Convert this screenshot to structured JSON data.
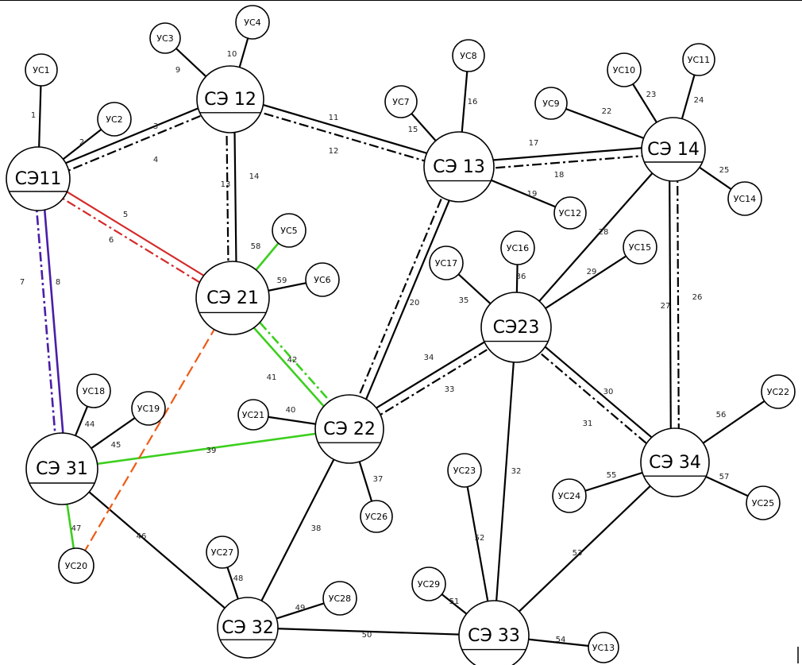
{
  "colors": {
    "black": "#000000",
    "red": "#d42a2a",
    "purple": "#4a1ea8",
    "green": "#3ccf1e",
    "orange": "#f05a14"
  },
  "nodes": [
    {
      "id": "se11",
      "label": "СЭ11",
      "kind": "big"
    },
    {
      "id": "se12",
      "label": "СЭ 12",
      "kind": "big"
    },
    {
      "id": "se13",
      "label": "СЭ 13",
      "kind": "big"
    },
    {
      "id": "se14",
      "label": "СЭ 14",
      "kind": "big"
    },
    {
      "id": "se21",
      "label": "СЭ 21",
      "kind": "big"
    },
    {
      "id": "se22",
      "label": "СЭ 22",
      "kind": "big"
    },
    {
      "id": "se23",
      "label": "СЭ23",
      "kind": "big"
    },
    {
      "id": "se31",
      "label": "СЭ 31",
      "kind": "big"
    },
    {
      "id": "se32",
      "label": "СЭ 32",
      "kind": "big"
    },
    {
      "id": "se33",
      "label": "СЭ 33",
      "kind": "big"
    },
    {
      "id": "se34",
      "label": "СЭ 34",
      "kind": "big"
    },
    {
      "id": "us1",
      "label": "УС1",
      "kind": "small"
    },
    {
      "id": "us2",
      "label": "УС2",
      "kind": "small"
    },
    {
      "id": "us3",
      "label": "УС3",
      "kind": "small"
    },
    {
      "id": "us4",
      "label": "УС4",
      "kind": "small"
    },
    {
      "id": "us5",
      "label": "УС5",
      "kind": "small"
    },
    {
      "id": "us6",
      "label": "УС6",
      "kind": "small"
    },
    {
      "id": "us7",
      "label": "УС7",
      "kind": "small"
    },
    {
      "id": "us8",
      "label": "УС8",
      "kind": "small"
    },
    {
      "id": "us9",
      "label": "УС9",
      "kind": "small"
    },
    {
      "id": "us10",
      "label": "УС10",
      "kind": "small"
    },
    {
      "id": "us11",
      "label": "УС11",
      "kind": "small"
    },
    {
      "id": "us12",
      "label": "УС12",
      "kind": "small"
    },
    {
      "id": "us13",
      "label": "УС13",
      "kind": "small"
    },
    {
      "id": "us14",
      "label": "УС14",
      "kind": "small"
    },
    {
      "id": "us15",
      "label": "УС15",
      "kind": "small"
    },
    {
      "id": "us16",
      "label": "УС16",
      "kind": "small"
    },
    {
      "id": "us17",
      "label": "УС17",
      "kind": "small"
    },
    {
      "id": "us18",
      "label": "УС18",
      "kind": "small"
    },
    {
      "id": "us19",
      "label": "УС19",
      "kind": "small"
    },
    {
      "id": "us20",
      "label": "УС20",
      "kind": "small"
    },
    {
      "id": "us21",
      "label": "УС21",
      "kind": "small"
    },
    {
      "id": "us22",
      "label": "УС22",
      "kind": "small"
    },
    {
      "id": "us23",
      "label": "УС23",
      "kind": "small"
    },
    {
      "id": "us24",
      "label": "УС24",
      "kind": "small"
    },
    {
      "id": "us25",
      "label": "УС25",
      "kind": "small"
    },
    {
      "id": "us26",
      "label": "УС26",
      "kind": "small"
    },
    {
      "id": "us27",
      "label": "УС27",
      "kind": "small"
    },
    {
      "id": "us28",
      "label": "УС28",
      "kind": "small"
    },
    {
      "id": "us29",
      "label": "УС29",
      "kind": "small"
    }
  ],
  "edges": [
    {
      "label": "1",
      "from": "us1",
      "to": "se11",
      "color": "black",
      "style": "solid"
    },
    {
      "label": "2",
      "from": "us2",
      "to": "se11",
      "color": "black",
      "style": "solid"
    },
    {
      "label": "3",
      "from": "se11",
      "to": "se12",
      "color": "black",
      "style": "solid"
    },
    {
      "label": "4",
      "from": "se11",
      "to": "se12",
      "color": "black",
      "style": "dashdot"
    },
    {
      "label": "5",
      "from": "se11",
      "to": "se21",
      "color": "red",
      "style": "solid"
    },
    {
      "label": "6",
      "from": "se11",
      "to": "se21",
      "color": "red",
      "style": "dashdot"
    },
    {
      "label": "7",
      "from": "se11",
      "to": "se31",
      "color": "purple",
      "style": "solid"
    },
    {
      "label": "8",
      "from": "se11",
      "to": "se31",
      "color": "purple",
      "style": "dashdot"
    },
    {
      "label": "9",
      "from": "us3",
      "to": "se12",
      "color": "black",
      "style": "solid"
    },
    {
      "label": "10",
      "from": "us4",
      "to": "se12",
      "color": "black",
      "style": "solid"
    },
    {
      "label": "11",
      "from": "se12",
      "to": "se13",
      "color": "black",
      "style": "solid"
    },
    {
      "label": "12",
      "from": "se12",
      "to": "se13",
      "color": "black",
      "style": "dashdot"
    },
    {
      "label": "13",
      "from": "se12",
      "to": "se21",
      "color": "black",
      "style": "solid"
    },
    {
      "label": "14",
      "from": "se12",
      "to": "se21",
      "color": "black",
      "style": "dashdot"
    },
    {
      "label": "15",
      "from": "us7",
      "to": "se13",
      "color": "black",
      "style": "solid"
    },
    {
      "label": "16",
      "from": "us8",
      "to": "se13",
      "color": "black",
      "style": "solid"
    },
    {
      "label": "17",
      "from": "se13",
      "to": "se14",
      "color": "black",
      "style": "solid"
    },
    {
      "label": "18",
      "from": "se13",
      "to": "se14",
      "color": "black",
      "style": "dashdot"
    },
    {
      "label": "19",
      "from": "se13",
      "to": "us12",
      "color": "black",
      "style": "solid"
    },
    {
      "label": "20",
      "from": "se13",
      "to": "se22",
      "color": "black",
      "style": "solid"
    },
    {
      "label": "",
      "from": "se13",
      "to": "se22",
      "color": "black",
      "style": "dashdot"
    },
    {
      "label": "22",
      "from": "us9",
      "to": "se14",
      "color": "black",
      "style": "solid"
    },
    {
      "label": "23",
      "from": "us10",
      "to": "se14",
      "color": "black",
      "style": "solid"
    },
    {
      "label": "24",
      "from": "us11",
      "to": "se14",
      "color": "black",
      "style": "solid"
    },
    {
      "label": "25",
      "from": "se14",
      "to": "us14",
      "color": "black",
      "style": "solid"
    },
    {
      "label": "26",
      "from": "se14",
      "to": "se34",
      "color": "black",
      "style": "dashdot"
    },
    {
      "label": "27",
      "from": "se14",
      "to": "se34",
      "color": "black",
      "style": "solid"
    },
    {
      "label": "28",
      "from": "se14",
      "to": "se23",
      "color": "black",
      "style": "solid"
    },
    {
      "label": "29",
      "from": "us15",
      "to": "se23",
      "color": "black",
      "style": "solid"
    },
    {
      "label": "30",
      "from": "se23",
      "to": "se34",
      "color": "black",
      "style": "solid"
    },
    {
      "label": "31",
      "from": "se23",
      "to": "se34",
      "color": "black",
      "style": "dashdot"
    },
    {
      "label": "32",
      "from": "se23",
      "to": "se33",
      "color": "black",
      "style": "solid"
    },
    {
      "label": "33",
      "from": "se23",
      "to": "se22",
      "color": "black",
      "style": "dashdot"
    },
    {
      "label": "34",
      "from": "se23",
      "to": "se22",
      "color": "black",
      "style": "solid"
    },
    {
      "label": "35",
      "from": "us17",
      "to": "se23",
      "color": "black",
      "style": "solid"
    },
    {
      "label": "36",
      "from": "us16",
      "to": "se23",
      "color": "black",
      "style": "solid"
    },
    {
      "label": "37",
      "from": "se22",
      "to": "us26",
      "color": "black",
      "style": "solid"
    },
    {
      "label": "38",
      "from": "se22",
      "to": "se32",
      "color": "black",
      "style": "solid"
    },
    {
      "label": "39",
      "from": "se31",
      "to": "se22",
      "color": "green",
      "style": "solid"
    },
    {
      "label": "40",
      "from": "us21",
      "to": "se22",
      "color": "black",
      "style": "solid"
    },
    {
      "label": "41",
      "from": "se21",
      "to": "se22",
      "color": "green",
      "style": "dashdot"
    },
    {
      "label": "42",
      "from": "se21",
      "to": "se22",
      "color": "green",
      "style": "solid"
    },
    {
      "label": "44",
      "from": "us18",
      "to": "se31",
      "color": "black",
      "style": "solid"
    },
    {
      "label": "45",
      "from": "us19",
      "to": "se31",
      "color": "black",
      "style": "solid"
    },
    {
      "label": "46",
      "from": "se31",
      "to": "se32",
      "color": "black",
      "style": "solid"
    },
    {
      "label": "47",
      "from": "se31",
      "to": "us20",
      "color": "green",
      "style": "solid"
    },
    {
      "label": "",
      "from": "se21",
      "to": "us20",
      "color": "orange",
      "style": "dashed"
    },
    {
      "label": "48",
      "from": "us27",
      "to": "se32",
      "color": "black",
      "style": "solid"
    },
    {
      "label": "49",
      "from": "se32",
      "to": "us28",
      "color": "black",
      "style": "solid"
    },
    {
      "label": "50",
      "from": "se32",
      "to": "se33",
      "color": "black",
      "style": "solid"
    },
    {
      "label": "51",
      "from": "us29",
      "to": "se33",
      "color": "black",
      "style": "solid"
    },
    {
      "label": "52",
      "from": "us23",
      "to": "se33",
      "color": "black",
      "style": "solid"
    },
    {
      "label": "53",
      "from": "se33",
      "to": "se34",
      "color": "black",
      "style": "solid"
    },
    {
      "label": "54",
      "from": "se33",
      "to": "us13",
      "color": "black",
      "style": "solid"
    },
    {
      "label": "55",
      "from": "us24",
      "to": "se34",
      "color": "black",
      "style": "solid"
    },
    {
      "label": "56",
      "from": "se34",
      "to": "us22",
      "color": "black",
      "style": "solid"
    },
    {
      "label": "57",
      "from": "se34",
      "to": "us25",
      "color": "black",
      "style": "solid"
    },
    {
      "label": "58",
      "from": "se21",
      "to": "us5",
      "color": "green",
      "style": "solid"
    },
    {
      "label": "59",
      "from": "se21",
      "to": "us6",
      "color": "black",
      "style": "solid"
    }
  ]
}
